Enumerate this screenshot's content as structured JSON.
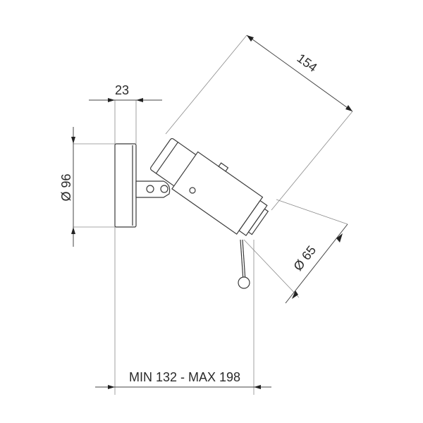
{
  "drawing": {
    "dims": {
      "plate_thickness": "23",
      "plate_diameter": "Ø 96",
      "head_length": "154",
      "head_diameter": "Ø 65",
      "projection_range": "MIN 132 - MAX 198"
    }
  },
  "colors": {
    "line": "#3a3a3a",
    "extension": "#8a8a8a",
    "text": "#2a2a2a",
    "background": "#ffffff"
  }
}
